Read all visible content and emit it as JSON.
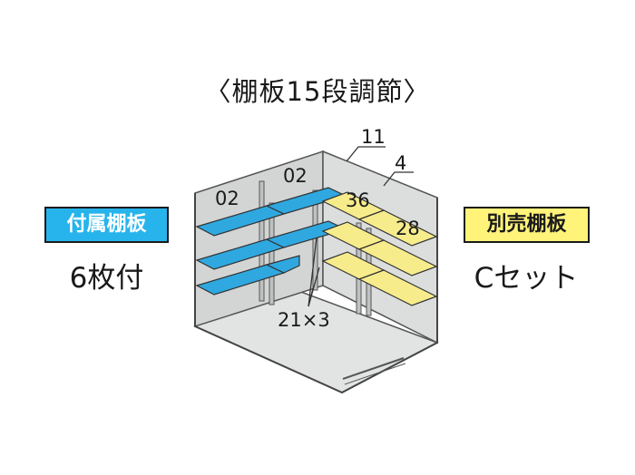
{
  "title": "〈棚板15段調節〉",
  "left_badge": {
    "label": "付属棚板",
    "color": "#27b4ec"
  },
  "left_sub": "6枚付",
  "right_badge": {
    "label": "別売棚板",
    "color": "#fff37a"
  },
  "right_sub": "Cセット",
  "shelf_colors": {
    "included": "#2fa8e0",
    "optional": "#f7ec8c",
    "walls": "#d6d8d8"
  },
  "labels": {
    "l02a": "02",
    "l02b": "02",
    "l11": "11",
    "l4": "4",
    "l36": "36",
    "l28": "28",
    "l21x3": "21×3"
  }
}
